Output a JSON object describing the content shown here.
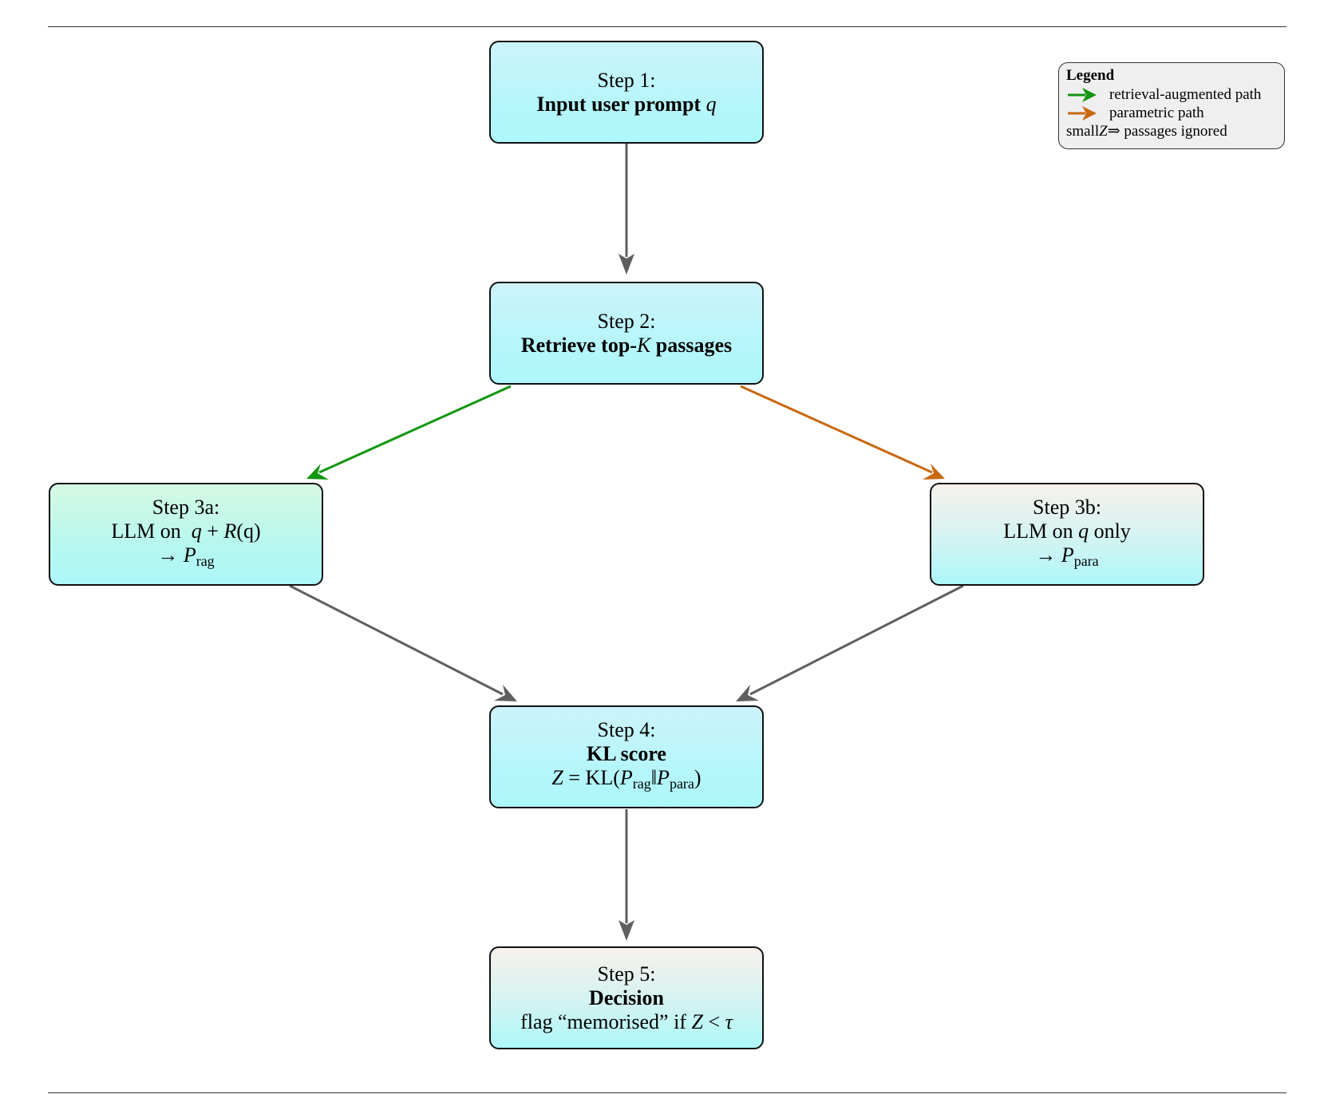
{
  "steps": {
    "s1": {
      "label": "Step 1:",
      "bold": "Input user prompt",
      "math": "q"
    },
    "s2": {
      "label": "Step 2:",
      "bold_pre": "Retrieve top-",
      "math": "K",
      "bold_post": " passages"
    },
    "s3a": {
      "label": "Step 3a:",
      "text": "LLM on",
      "expr_q": "q",
      "expr_op": " + ",
      "expr_r": "R",
      "expr_arg": "(q)",
      "arrow": "→",
      "p": "P",
      "p_sub": "rag"
    },
    "s3b": {
      "label": "Step 3b:",
      "text_pre": "LLM on",
      "math": "q",
      "text_post": "only",
      "arrow": "→",
      "p": "P",
      "p_sub": "para"
    },
    "s4": {
      "label": "Step 4:",
      "bold": "KL score",
      "z": "Z",
      "eq": " = KL(",
      "p1": "P",
      "p1_sub": "rag",
      "bar": "‖",
      "p2": "P",
      "p2_sub": "para",
      "close": ")"
    },
    "s5": {
      "label": "Step 5:",
      "bold": "Decision",
      "text": "flag “memorised” if",
      "z": "Z",
      "lt": " < ",
      "tau": "τ"
    }
  },
  "legend": {
    "title": "Legend",
    "items": [
      {
        "label": "retrieval-augmented path",
        "color": "#139612"
      },
      {
        "label": "parametric path",
        "color": "#c8680f"
      }
    ],
    "note_pre": "small",
    "note_z": "Z",
    "note_post": "⇒ passages ignored"
  },
  "colors": {
    "green_path": "#139612",
    "orange_path": "#c8680f",
    "gray_path": "#5f5f5f"
  }
}
